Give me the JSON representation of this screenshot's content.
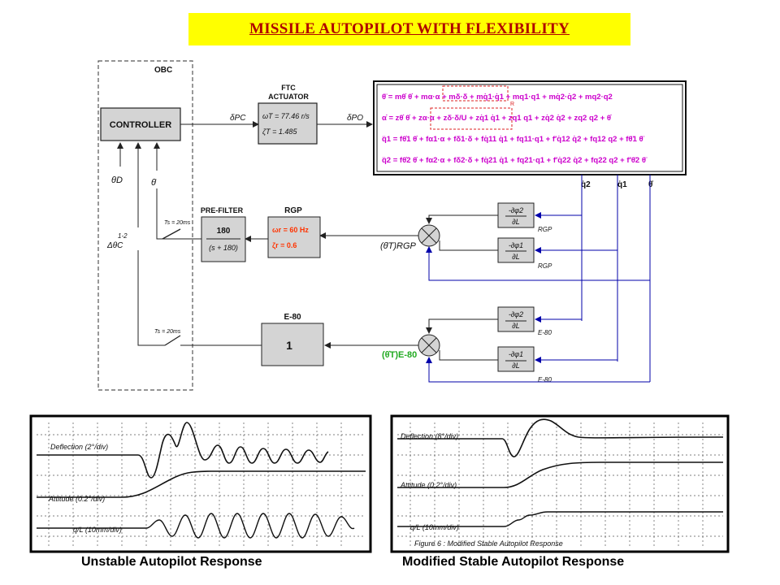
{
  "title": "MISSILE AUTOPILOT WITH FLEXIBILITY",
  "colors": {
    "title_bg": "#ffff00",
    "title_text": "#b00000",
    "equations": "#cc00cc",
    "rgp_params": "#ff3300",
    "e80_label": "#22aa22"
  },
  "diagram": {
    "obc_label": "OBC",
    "controller_label": "CONTROLLER",
    "input_theta_d": "θD",
    "input_theta_dot": "θ̇",
    "input_delta_theta": "ΔθC",
    "input_delta_theta_sup": "1-2",
    "actuator_title_1": "FTC",
    "actuator_title_2": "ACTUATOR",
    "actuator_line1": "ωT = 77.46 r/s",
    "actuator_line2": "ζT = 1.485",
    "delta_pc": "δPC",
    "delta_po": "δPO",
    "prefilter_title": "PRE-FILTER",
    "prefilter_num": "180",
    "prefilter_den": "(s + 180)",
    "switch_label_top": "Ts = 20ms",
    "switch_label_bottom": "Ts = 20ms",
    "rgp_title": "RGP",
    "rgp_line1": "ωr = 60 Hz",
    "rgp_line2": "ζr = 0.6",
    "theta_rgp_label": "(θ̇T)RGP",
    "theta_e80_label": "(θ̇T)E-80",
    "e80_title": "E-80",
    "e80_gain": "1",
    "sensor_num_2": "-∂φ2",
    "sensor_num_1": "-∂φ1",
    "sensor_den": "∂L",
    "tag_rgp": "RGP",
    "tag_e80": "E-80",
    "out_q2": "q̇2",
    "out_q1": "q̇1",
    "out_theta": "θ̇",
    "equations": [
      "θ̈ = mθ̇ θ̇ + mα·α + mδ·δ + mq̇1·q̇1 + mq1·q1 + mq̇2·q̇2 + mq2·q2",
      "α̇ = zθ̇ θ̇ + zα·α + zδ·δ/U + zq̇1 q̇1 + zq1 q1 + zq̇2 q̇2 + zq2 q2 + θ̇",
      "q̈1 = fθ̇1 θ̇ + fα1·α + fδ1·δ + fq̇11 q̇1 + fq11·q1 + f′q̇12 q̇2 + fq12 q2 + fθ̈1 θ̈",
      "q̈2 = fθ̇2 θ̇ + fα2·α + fδ2·δ + fq̇21 q̇1 + fq21·q1 + f′q̇22 q̇2 + fq22 q2 + f′θ̈2 θ̈"
    ],
    "eq_marker": "R"
  },
  "plots": {
    "left": {
      "caption": "Unstable Autopilot Response",
      "trace_labels": [
        "Deflection (2°/div)",
        "Attitude (0.2°/div)",
        "q/L (10mm/div)"
      ]
    },
    "right": {
      "caption": "Modified Stable Autopilot Response",
      "trace_labels": [
        "Deflection (8°/div)",
        "Attitude (0.2°/div)",
        "q/L (10mm/div)"
      ],
      "figure_note": "Figure 6 : Modified Stable Autopilot Response"
    }
  }
}
